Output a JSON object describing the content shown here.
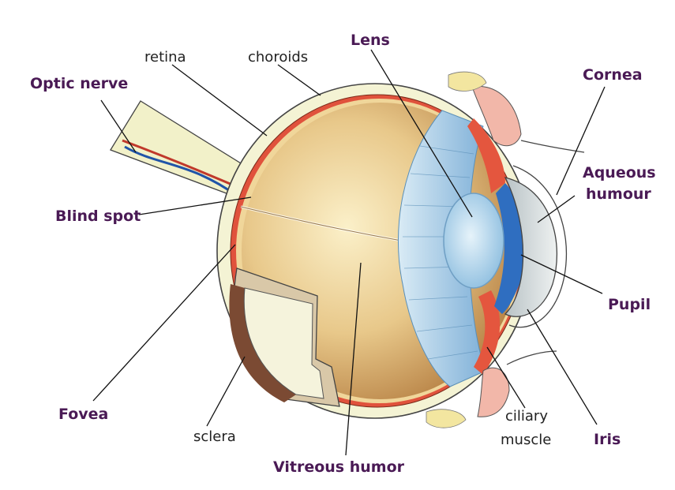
{
  "labels": {
    "optic_nerve": "Optic nerve",
    "retina": "retina",
    "choroids": "choroids",
    "lens": "Lens",
    "cornea": "Cornea",
    "aqueous_line1": "Aqueous",
    "aqueous_line2": "humour",
    "blind_spot": "Blind spot",
    "pupil": "Pupil",
    "fovea": "Fovea",
    "sclera": "sclera",
    "vitreous_humor": "Vitreous humor",
    "ciliary_line1": "ciliary",
    "ciliary_line2": "muscle",
    "iris": "Iris"
  },
  "colors": {
    "bold_label": "#4a1a55",
    "regular_label": "#222222",
    "sclera": "#f4f3d4",
    "choroid": "#e0523c",
    "vitreous": "#e3c07e",
    "lens": "#b9dbee",
    "iris": "#2f6ec0",
    "eyelid": "#f2b7a9"
  }
}
